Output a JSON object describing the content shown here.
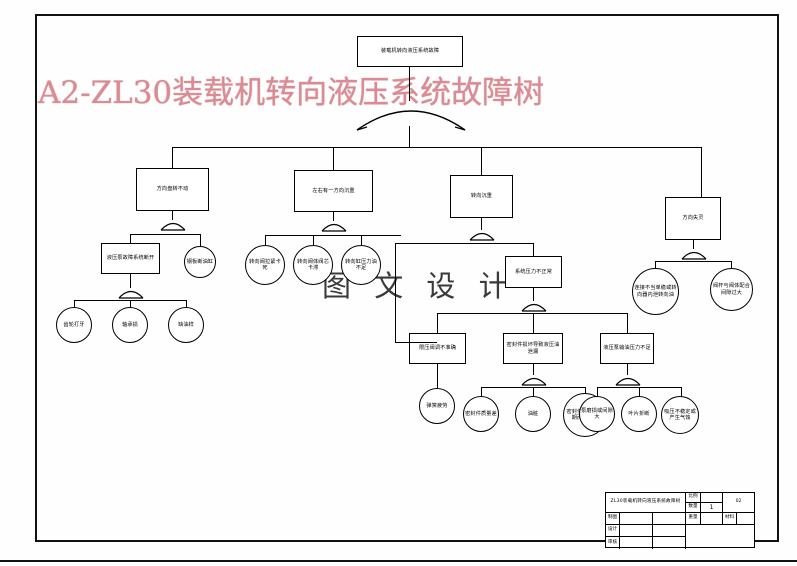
{
  "drawing": {
    "title_text": "A2-ZL30装载机转向液压系统故障树",
    "title_color": "#d98c93",
    "watermark": "图 文 设 计",
    "frame": {
      "border_color": "#111111"
    }
  },
  "fault_tree": {
    "root": {
      "label": "装载机转向液压系统故障"
    },
    "level2": [
      {
        "label": "方向盘转不动"
      },
      {
        "label": "左右有一方向沉重"
      },
      {
        "label": "转向沉重"
      },
      {
        "label": "方向失灵"
      }
    ],
    "branch1": {
      "box": {
        "label": "液压泵故障系统断开"
      },
      "events": [
        {
          "label": "齿轮打牙"
        },
        {
          "label": "轴承损"
        },
        {
          "label": "缺油样"
        }
      ],
      "side_event": {
        "label": "钢板断油缸"
      }
    },
    "branch2": {
      "events": [
        {
          "label": "转向阀拉紧卡死"
        },
        {
          "label": "转向阀体阀芯卡滞"
        },
        {
          "label": "转向缸压力油不足"
        }
      ]
    },
    "branch3": {
      "box": {
        "label": "系统压力不正常"
      },
      "sub_boxes": [
        {
          "label": "限压阀调不准确"
        },
        {
          "label": "密封件损坏导致液压油泄漏"
        },
        {
          "label": "液压泵输油压力不足"
        }
      ],
      "events": [
        {
          "label": "弹簧疲劳"
        },
        {
          "label": "密封件质量差"
        },
        {
          "label": "油脏"
        },
        {
          "label": "密封件已到使用期而未更换"
        },
        {
          "label": "泵磨损或间隙大"
        },
        {
          "label": "叶片折断"
        },
        {
          "label": "吸压不稳定或产生气蚀"
        }
      ]
    },
    "branch4": {
      "events": [
        {
          "label": "连接不当单稳或转向器内泄转向油"
        },
        {
          "label": "阀杆与阀体配合间隙过大"
        }
      ]
    }
  },
  "title_block": {
    "drawing_name": "ZL30装载机转向液压系统故障树",
    "left_rows": [
      {
        "label": "制图"
      },
      {
        "label": "设计"
      },
      {
        "label": "审核"
      }
    ],
    "right_fields": [
      {
        "label": "比例",
        "value": ""
      },
      {
        "label": "数量",
        "value": "1"
      },
      {
        "label": "重量",
        "value": ""
      },
      {
        "label": "材料",
        "value": ""
      }
    ],
    "sheet_number": "02"
  }
}
